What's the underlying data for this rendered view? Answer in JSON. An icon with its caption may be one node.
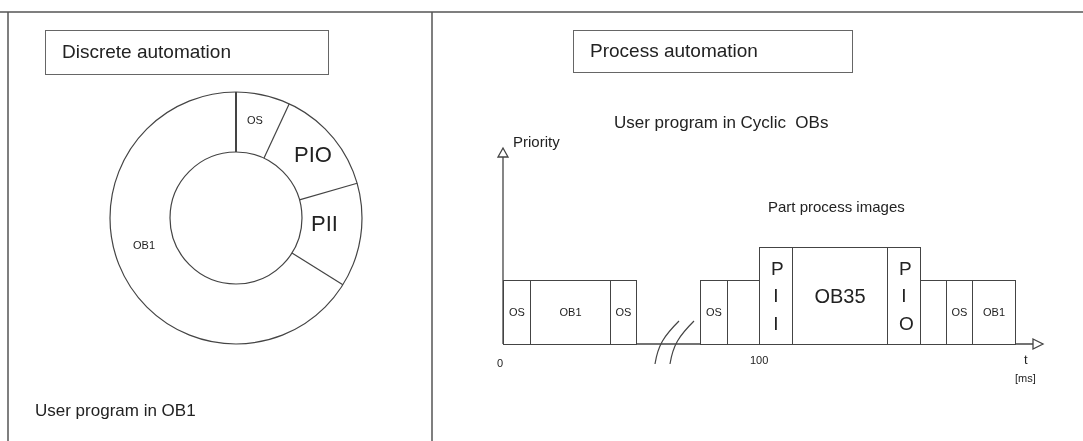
{
  "diagram": {
    "nodes": [
      {
        "text": [
          "Discrete automation"
        ]
      },
      {
        "text": [
          "Process automation"
        ]
      },
      {
        "text": [
          "OS"
        ]
      },
      {
        "text": [
          "OB1"
        ]
      },
      {
        "text": [
          "OS"
        ]
      },
      {
        "text": [
          "OS"
        ]
      },
      {
        "text": [],
        "shape": "box"
      },
      {
        "text": [
          "PII"
        ]
      },
      {
        "text": [
          "OB35"
        ]
      },
      {
        "text": [
          "PIO"
        ]
      },
      {
        "text": [],
        "shape": "box"
      },
      {
        "text": [
          "OS"
        ]
      },
      {
        "text": [
          "OB1"
        ]
      }
    ],
    "labels": [
      "OS",
      "PIO",
      "PII",
      "OB1",
      "User program in OB1",
      "Priority",
      "User program in Cyclic  OBs",
      "Part process images",
      "0",
      "100",
      "t",
      "[ms]"
    ]
  }
}
